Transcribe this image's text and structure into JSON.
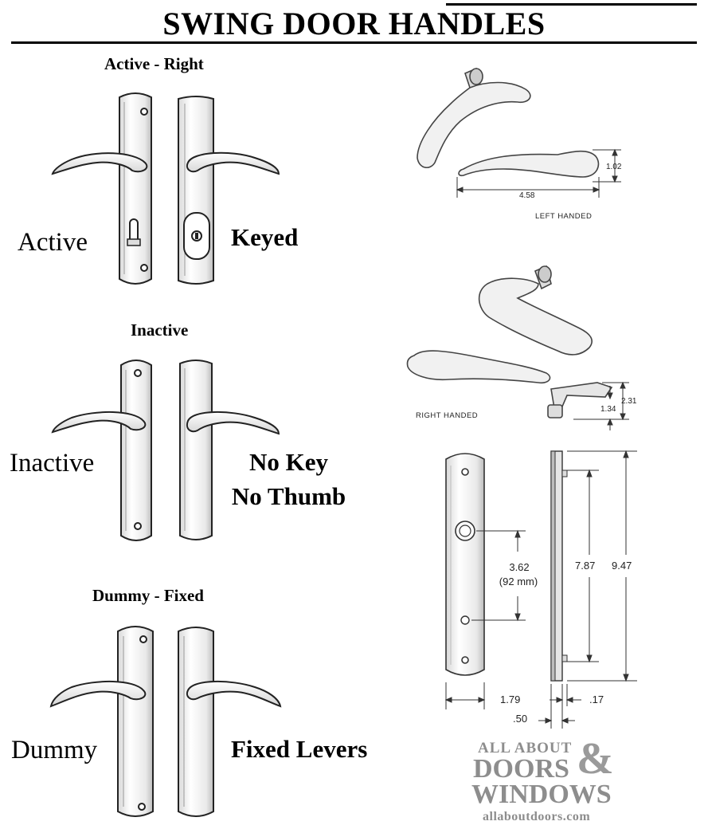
{
  "title": "SWING DOOR HANDLES",
  "sections": {
    "active": {
      "heading": "Active - Right",
      "left_label": "Active",
      "right_label": "Keyed"
    },
    "inactive": {
      "heading": "Inactive",
      "left_label": "Inactive",
      "right_label_line1": "No Key",
      "right_label_line2": "No Thumb"
    },
    "dummy": {
      "heading": "Dummy - Fixed",
      "left_label": "Dummy",
      "right_label": "Fixed Levers"
    }
  },
  "diagrams": {
    "left_handed": {
      "caption": "LEFT HANDED",
      "height": "1.02",
      "length": "4.58"
    },
    "right_handed": {
      "caption": "RIGHT HANDED",
      "height": "2.31",
      "depth": "1.34"
    },
    "plate": {
      "hole_spacing": "3.62",
      "hole_spacing_mm": "(92 mm)",
      "inner_height": "7.87",
      "overall_height": "9.47",
      "width": "1.79",
      "thickness": ".50",
      "flange": ".17"
    }
  },
  "brand": {
    "line1": "ALL ABOUT",
    "line2": "DOORS",
    "ampersand": "&",
    "line3": "WINDOWS",
    "url": "allaboutdoors.com"
  },
  "colors": {
    "brand_gray": "#8d8d8d",
    "ink": "#000000"
  }
}
